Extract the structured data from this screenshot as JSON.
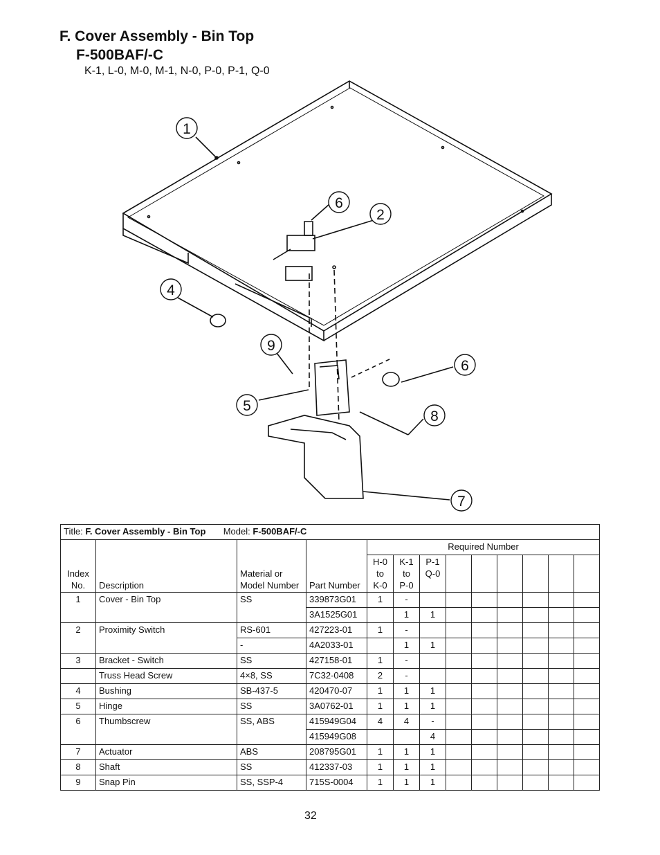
{
  "heading": {
    "line1": "F. Cover Assembly - Bin Top",
    "line2": "F-500BAF/-C",
    "line3": "K-1, L-0, M-0, M-1, N-0, P-0, P-1, Q-0"
  },
  "callouts": [
    "1",
    "6",
    "2",
    "4",
    "9",
    "6",
    "5",
    "8",
    "7"
  ],
  "table": {
    "title_label": "Title: ",
    "title_value": "F. Cover Assembly - Bin Top",
    "model_label": "Model: ",
    "model_value": "F-500BAF/-C",
    "required_number": "Required Number",
    "col_index": "Index\nNo.",
    "col_description": "Description",
    "col_material": "Material or\nModel Number",
    "col_part": "Part Number",
    "col_h0": "H-0\nto\nK-0",
    "col_k1": "K-1\nto\nP-0",
    "col_p1": "P-1\nQ-0",
    "rows": [
      {
        "idx": "1",
        "desc": "Cover - Bin Top",
        "mat": "SS",
        "part": "339873G01",
        "a": "1",
        "b": "-",
        "c": ""
      },
      {
        "idx": "",
        "desc": "",
        "mat": "",
        "part": "3A1525G01",
        "a": "",
        "b": "1",
        "c": "1"
      },
      {
        "idx": "2",
        "desc": "Proximity Switch",
        "mat": "RS-601",
        "part": "427223-01",
        "a": "1",
        "b": "-",
        "c": ""
      },
      {
        "idx": "",
        "desc": "",
        "mat": "-",
        "part": "4A2033-01",
        "a": "",
        "b": "1",
        "c": "1"
      },
      {
        "idx": "3",
        "desc": "Bracket - Switch",
        "mat": "SS",
        "part": "427158-01",
        "a": "1",
        "b": "-",
        "c": ""
      },
      {
        "idx": "",
        "desc": "Truss Head Screw",
        "mat": "4×8, SS",
        "part": "7C32-0408",
        "a": "2",
        "b": "-",
        "c": ""
      },
      {
        "idx": "4",
        "desc": "Bushing",
        "mat": "SB-437-5",
        "part": "420470-07",
        "a": "1",
        "b": "1",
        "c": "1"
      },
      {
        "idx": "5",
        "desc": "Hinge",
        "mat": "SS",
        "part": "3A0762-01",
        "a": "1",
        "b": "1",
        "c": "1"
      },
      {
        "idx": "6",
        "desc": "Thumbscrew",
        "mat": "SS, ABS",
        "part": "415949G04",
        "a": "4",
        "b": "4",
        "c": "-"
      },
      {
        "idx": "",
        "desc": "",
        "mat": "",
        "part": "415949G08",
        "a": "",
        "b": "",
        "c": "4"
      },
      {
        "idx": "7",
        "desc": "Actuator",
        "mat": "ABS",
        "part": "208795G01",
        "a": "1",
        "b": "1",
        "c": "1"
      },
      {
        "idx": "8",
        "desc": "Shaft",
        "mat": "SS",
        "part": "412337-03",
        "a": "1",
        "b": "1",
        "c": "1"
      },
      {
        "idx": "9",
        "desc": "Snap Pin",
        "mat": "SS, SSP-4",
        "part": "715S-0004",
        "a": "1",
        "b": "1",
        "c": "1"
      }
    ]
  },
  "page_number": "32"
}
